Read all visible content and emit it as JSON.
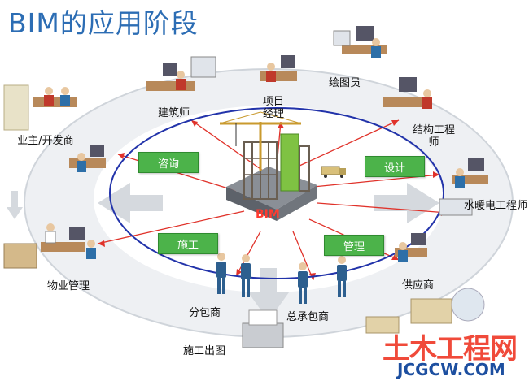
{
  "title": "BIM的应用阶段",
  "center_label": "BIM",
  "stages": {
    "consult": "咨询",
    "design": "设计",
    "construct": "施工",
    "manage": "管理"
  },
  "roles": {
    "architect": "建筑师",
    "project_manager": "项目经理",
    "drafter": "绘图员",
    "structural_engineer": "结构工程师",
    "mep_engineer": "水暖电工程师",
    "supplier": "供应商",
    "general_contractor": "总承包商",
    "subcontractor": "分包商",
    "plotting": "施工出图",
    "property_management": "物业管理",
    "owner_developer": "业主/开发商"
  },
  "watermark": {
    "line1": "土木工程网",
    "line2": "JCGCW.COM"
  },
  "colors": {
    "title": "#2c6db4",
    "stage_box": "#4cb34a",
    "ellipse": "#2233aa",
    "arrows": "#e0322a",
    "ring": "#d9dde2",
    "watermark_red": "#f04a3a",
    "watermark_blue": "#1d4fa0"
  }
}
